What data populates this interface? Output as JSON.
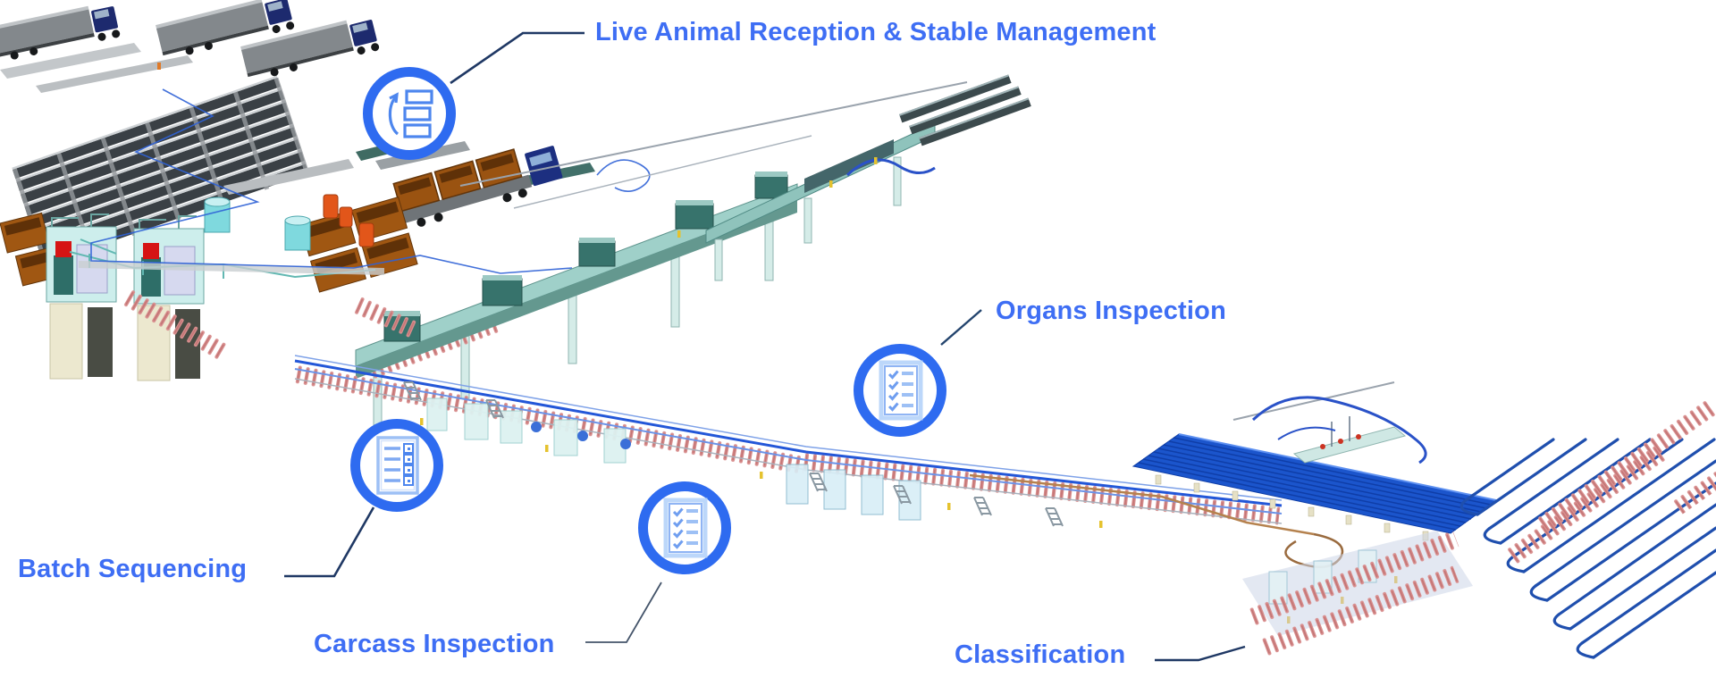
{
  "callouts": {
    "live_animal_reception": {
      "label": "Live Animal Reception & Stable Management",
      "icon": "flow-sequence-icon"
    },
    "batch_sequencing": {
      "label": "Batch Sequencing",
      "icon": "checkbox-list-icon"
    },
    "carcass_inspection": {
      "label": "Carcass Inspection",
      "icon": "checklist-check-icon"
    },
    "organs_inspection": {
      "label": "Organs Inspection",
      "icon": "checklist-check-icon"
    },
    "classification": {
      "label": "Classification",
      "icon": null
    }
  },
  "colors": {
    "label_blue": "#3e6ef4",
    "leader_navy": "#1f3864",
    "icon_ring_blue": "#2e6bf0",
    "icon_glyph_blue": "#4d86ee",
    "icon_glyph_light_blue": "#9dc0f5",
    "roof_blue": "#1b55cc",
    "chiller_pipe_blue": "#1f4fae",
    "rail_blue": "#2357d8",
    "carcass_pink": "#d98f8f",
    "machine_teal": "#9fd0c9",
    "container_brown": "#9a5311"
  }
}
